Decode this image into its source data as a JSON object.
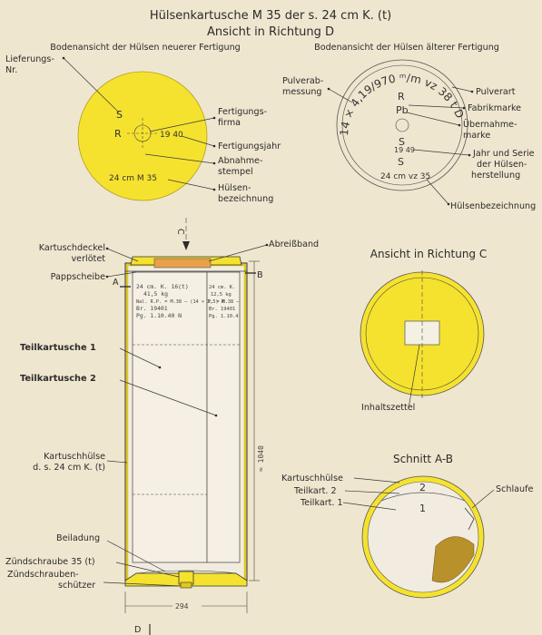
{
  "title": {
    "line1": "Hülsenkartusche M 35 der s. 24 cm K. (t)",
    "line2": "Ansicht in Richtung D"
  },
  "left_view": {
    "heading": "Bodenansicht der Hülsen neuerer Fertigung",
    "labels": {
      "lieferungs_1": "Lieferungs-",
      "lieferungs_2": "Nr.",
      "firma_1": "Fertigungs-",
      "firma_2": "firma",
      "jahr": "Fertigungsjahr",
      "stempel_1": "Abnahme-",
      "stempel_2": "stempel",
      "bez_1": "Hülsen-",
      "bez_2": "bezeichnung"
    },
    "marks": {
      "s": "S",
      "r": "R",
      "year": "19 40",
      "type": "24 cm M 35"
    }
  },
  "right_view": {
    "heading": "Bodenansicht der Hülsen älterer Fertigung",
    "labels": {
      "pulver_1": "Pulverab-",
      "pulver_2": "messung",
      "art": "Pulverart",
      "fabrik": "Fabrikmarke",
      "ueber_1": "Übernahme-",
      "ueber_2": "marke",
      "serie_1": "Jahr und Serie",
      "serie_2": "der Hülsen-",
      "serie_3": "herstellung",
      "bez": "Hülsenbezeichnung"
    },
    "marks": {
      "arc": "14 × 4,19/970 ᵐ/m  vz 38 t  D",
      "r": "R",
      "pb": "Pb",
      "s1": "S",
      "year": "19 49",
      "s2": "S",
      "type": "24 cm  vz 35"
    }
  },
  "section": {
    "labels": {
      "deckel_1": "Kartuschdeckel",
      "deckel_2": "verlötet",
      "pappe": "Pappscheibe",
      "band": "Abreißband",
      "teil1": "Teilkartusche 1",
      "teil2": "Teilkartusche 2",
      "huelse_1": "Kartuschhülse",
      "huelse_2": "d. s. 24 cm K. (t)",
      "beiladung": "Beiladung",
      "schraube": "Zündschraube 35 (t)",
      "schuetzer_1": "Zündschrauben-",
      "schuetzer_2": "schützer"
    },
    "letters": {
      "a": "A",
      "b": "B",
      "c": "C",
      "d": "D"
    },
    "dims": {
      "height": "≈ 1040",
      "width": "294"
    },
    "bag1": [
      "24 cm. K. 16(t)",
      "41,5 kg",
      "Nal. R.P. = M.38 – (14 × 3,5) R",
      "Br. 19401",
      "Pg. 1.10.40 N"
    ],
    "bag2": [
      "24 cm. K.",
      "12,5 kg",
      "P. = M.38 –",
      "Br. 19401",
      "Pg. 1.10.4"
    ]
  },
  "view_c": {
    "heading": "Ansicht in Richtung C",
    "label": "Inhaltszettel"
  },
  "schnitt": {
    "heading": "Schnitt A-B",
    "labels": {
      "huelse": "Kartuschhülse",
      "teil2": "Teilkart. 2",
      "teil1": "Teilkart. 1",
      "schlaufe": "Schlaufe"
    },
    "num1": "1",
    "num2": "2"
  },
  "colors": {
    "yellow": "#f5e22e",
    "paper": "#efe6cf",
    "bag": "#f2ece0",
    "orange": "#e8a04a",
    "ink": "#2b2b2b"
  }
}
